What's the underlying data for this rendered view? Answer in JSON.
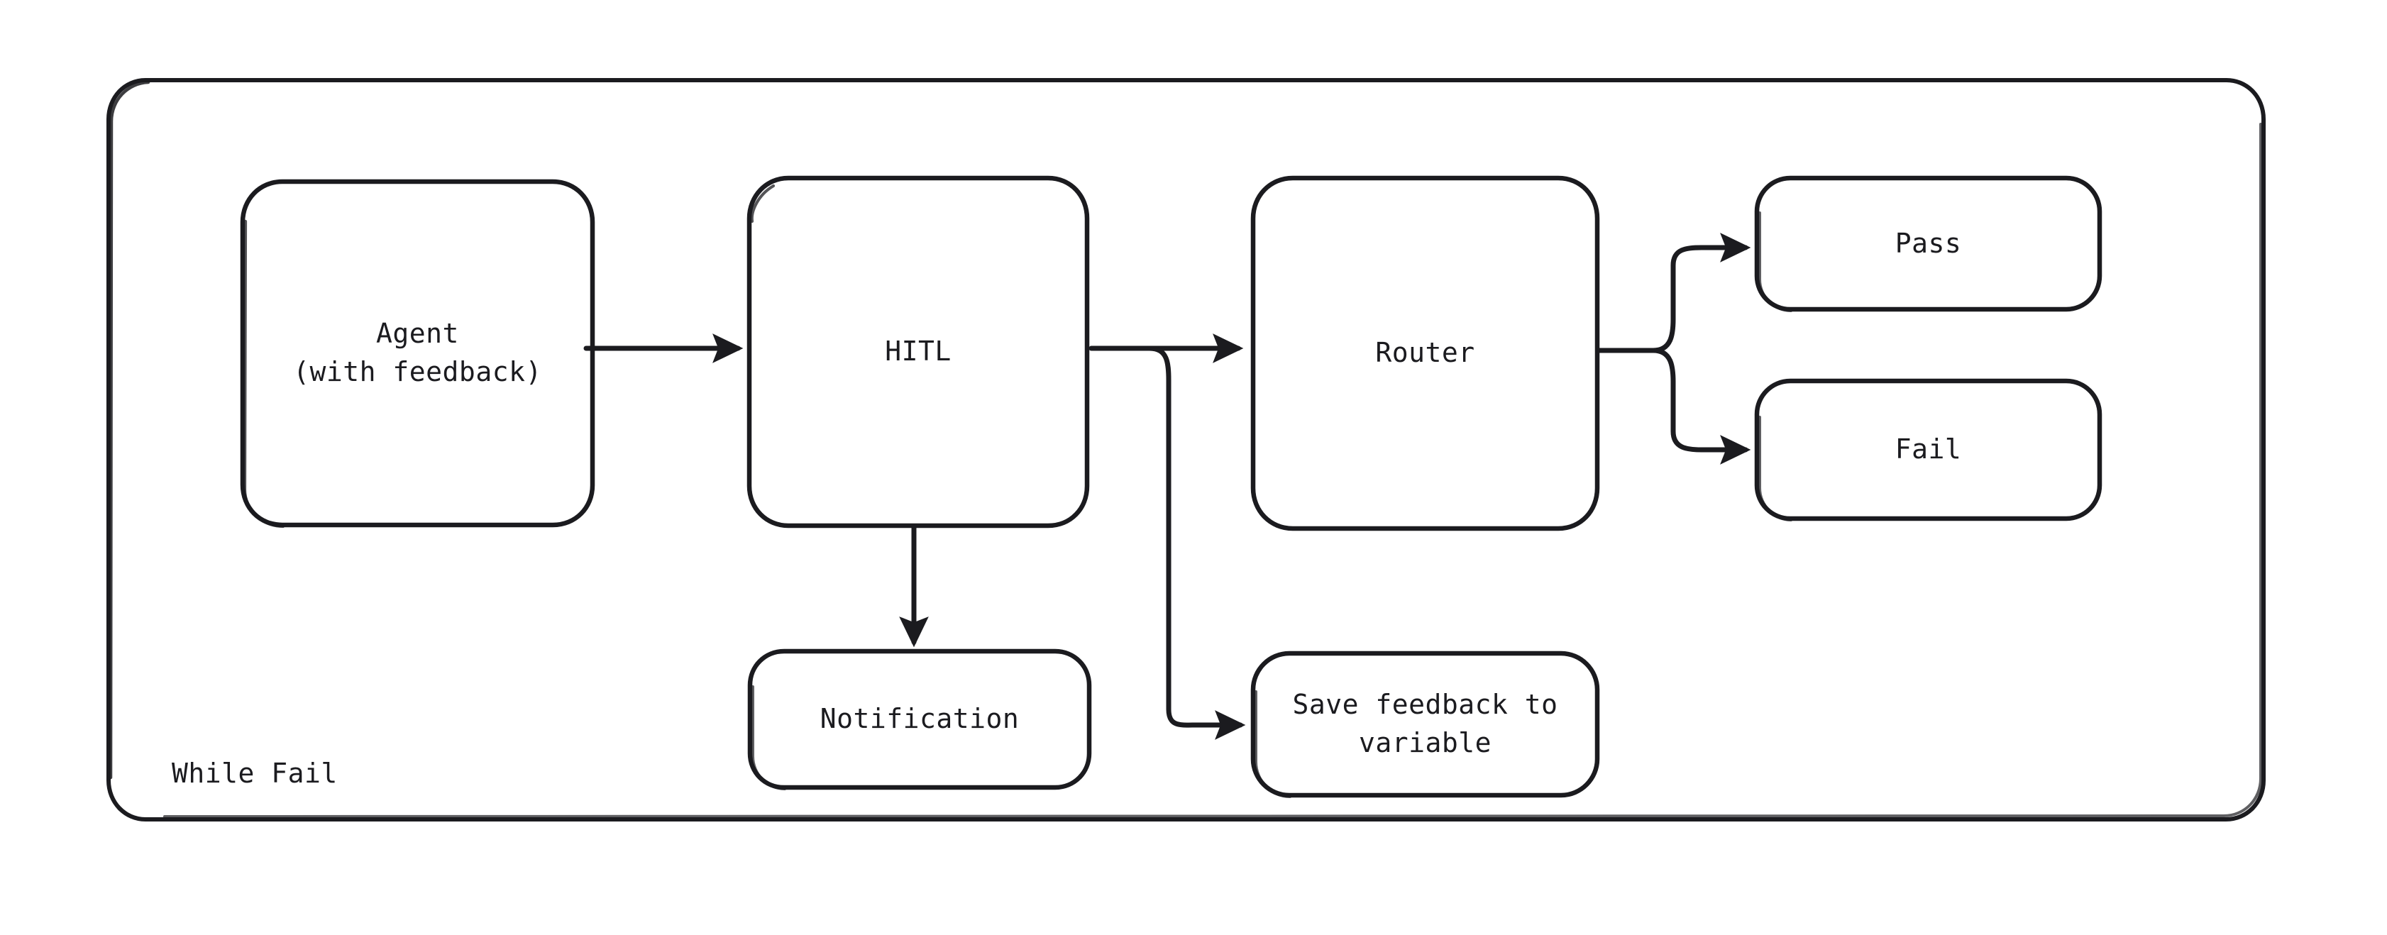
{
  "diagram": {
    "type": "flowchart",
    "style": "hand-drawn",
    "background_color": "#ffffff",
    "stroke_color": "#1b1b1f",
    "text_color": "#1b1b1f",
    "group": {
      "label": "While Fail",
      "shape": "rounded-rectangle"
    },
    "nodes": [
      {
        "id": "agent",
        "label": "Agent\n(with feedback)",
        "shape": "rounded-rectangle"
      },
      {
        "id": "hitl",
        "label": "HITL",
        "shape": "rounded-rectangle"
      },
      {
        "id": "router",
        "label": "Router",
        "shape": "rounded-rectangle"
      },
      {
        "id": "pass",
        "label": "Pass",
        "shape": "rounded-rectangle"
      },
      {
        "id": "fail",
        "label": "Fail",
        "shape": "rounded-rectangle"
      },
      {
        "id": "notification",
        "label": "Notification",
        "shape": "rounded-rectangle"
      },
      {
        "id": "save",
        "label": "Save feedback to\nvariable",
        "shape": "rounded-rectangle"
      }
    ],
    "edges": [
      {
        "from": "agent",
        "to": "hitl",
        "arrowhead": true,
        "routing": "straight-right"
      },
      {
        "from": "hitl",
        "to": "router",
        "arrowhead": true,
        "routing": "straight-right"
      },
      {
        "from": "hitl",
        "to": "notification",
        "arrowhead": true,
        "routing": "straight-down"
      },
      {
        "from": "hitl",
        "to": "save",
        "arrowhead": true,
        "routing": "elbow-down-right"
      },
      {
        "from": "router",
        "to": "pass",
        "arrowhead": true,
        "routing": "branch-up-right"
      },
      {
        "from": "router",
        "to": "fail",
        "arrowhead": true,
        "routing": "branch-down-right"
      }
    ]
  }
}
